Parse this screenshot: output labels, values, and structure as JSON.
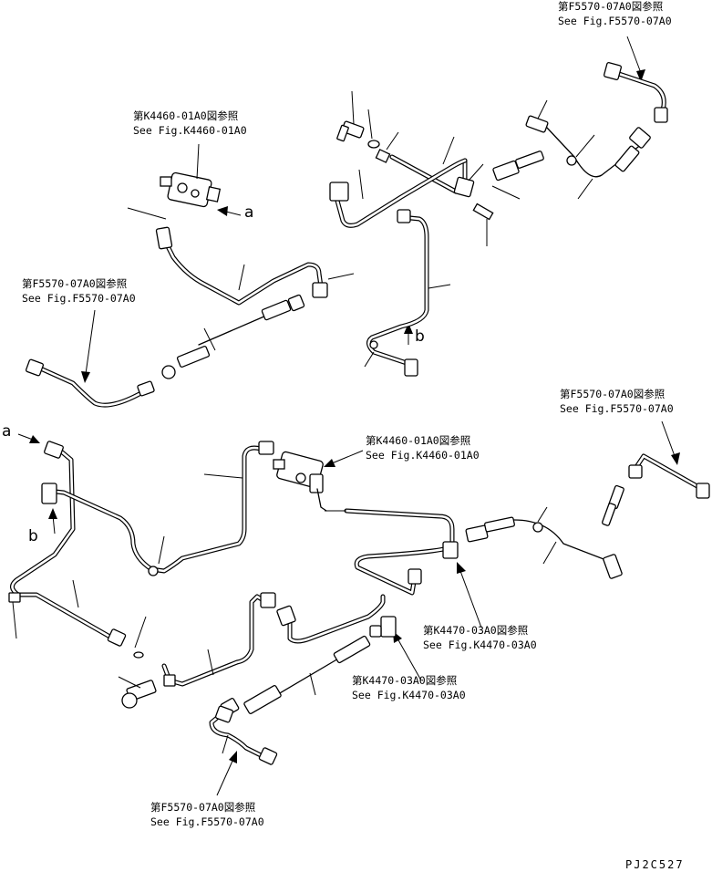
{
  "references": {
    "r1": {
      "jp": "第F5570-07A0図参照",
      "en": "See Fig.F5570-07A0"
    },
    "r2": {
      "jp": "第K4460-01A0図参照",
      "en": "See Fig.K4460-01A0"
    },
    "r3": {
      "jp": "第F5570-07A0図参照",
      "en": "See Fig.F5570-07A0"
    },
    "r4": {
      "jp": "第F5570-07A0図参照",
      "en": "See Fig.F5570-07A0"
    },
    "r5": {
      "jp": "第K4460-01A0図参照",
      "en": "See Fig.K4460-01A0"
    },
    "r6": {
      "jp": "第K4470-03A0図参照",
      "en": "See Fig.K4470-03A0"
    },
    "r7": {
      "jp": "第K4470-03A0図参照",
      "en": "See Fig.K4470-03A0"
    },
    "r8": {
      "jp": "第F5570-07A0図参照",
      "en": "See Fig.F5570-07A0"
    }
  },
  "markers": {
    "a_top": "a",
    "b_top": "b",
    "a_bottom": "a",
    "b_bottom": "b"
  },
  "drawing_code": "PJ2C527"
}
